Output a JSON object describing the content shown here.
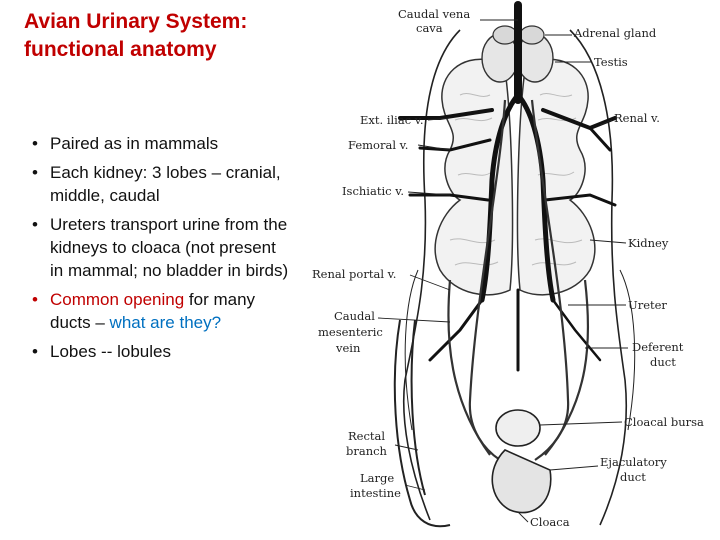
{
  "slide": {
    "title_line1": "Avian Urinary System:",
    "title_line2": "functional anatomy",
    "bullets": {
      "b1": "Paired as in mammals",
      "b2": "Each kidney: 3 lobes – cranial, middle, caudal",
      "b3": "Ureters transport urine from the kidneys to cloaca (not present in mammal; no bladder in birds)",
      "b4_red": "Common opening",
      "b4_mid": " for many ducts – ",
      "b4_blue": "what are they?",
      "b5": "Lobes -- lobules"
    },
    "colors": {
      "title": "#c00000",
      "accent_red": "#c00000",
      "accent_blue": "#0070c0"
    }
  },
  "figure": {
    "labels": {
      "caudal_vena_cava_1": "Caudal vena",
      "caudal_vena_cava_2": "cava",
      "adrenal_gland": "Adrenal gland",
      "testis": "Testis",
      "ext_iliac": "Ext. iliac v.",
      "renal_v": "Renal v.",
      "femoral": "Femoral v.",
      "ischiatic": "Ischiatic v.",
      "kidney": "Kidney",
      "renal_portal": "Renal portal v.",
      "ureter": "Ureter",
      "caudal_mes_1": "Caudal",
      "caudal_mes_2": "mesenteric",
      "caudal_mes_3": "vein",
      "deferent_1": "Deferent",
      "deferent_2": "duct",
      "cloacal_bursa": "Cloacal bursa",
      "rectal_1": "Rectal",
      "rectal_2": "branch",
      "ejac_1": "Ejaculatory",
      "ejac_2": "duct",
      "large_int_1": "Large",
      "large_int_2": "intestine",
      "cloaca": "Cloaca"
    }
  }
}
